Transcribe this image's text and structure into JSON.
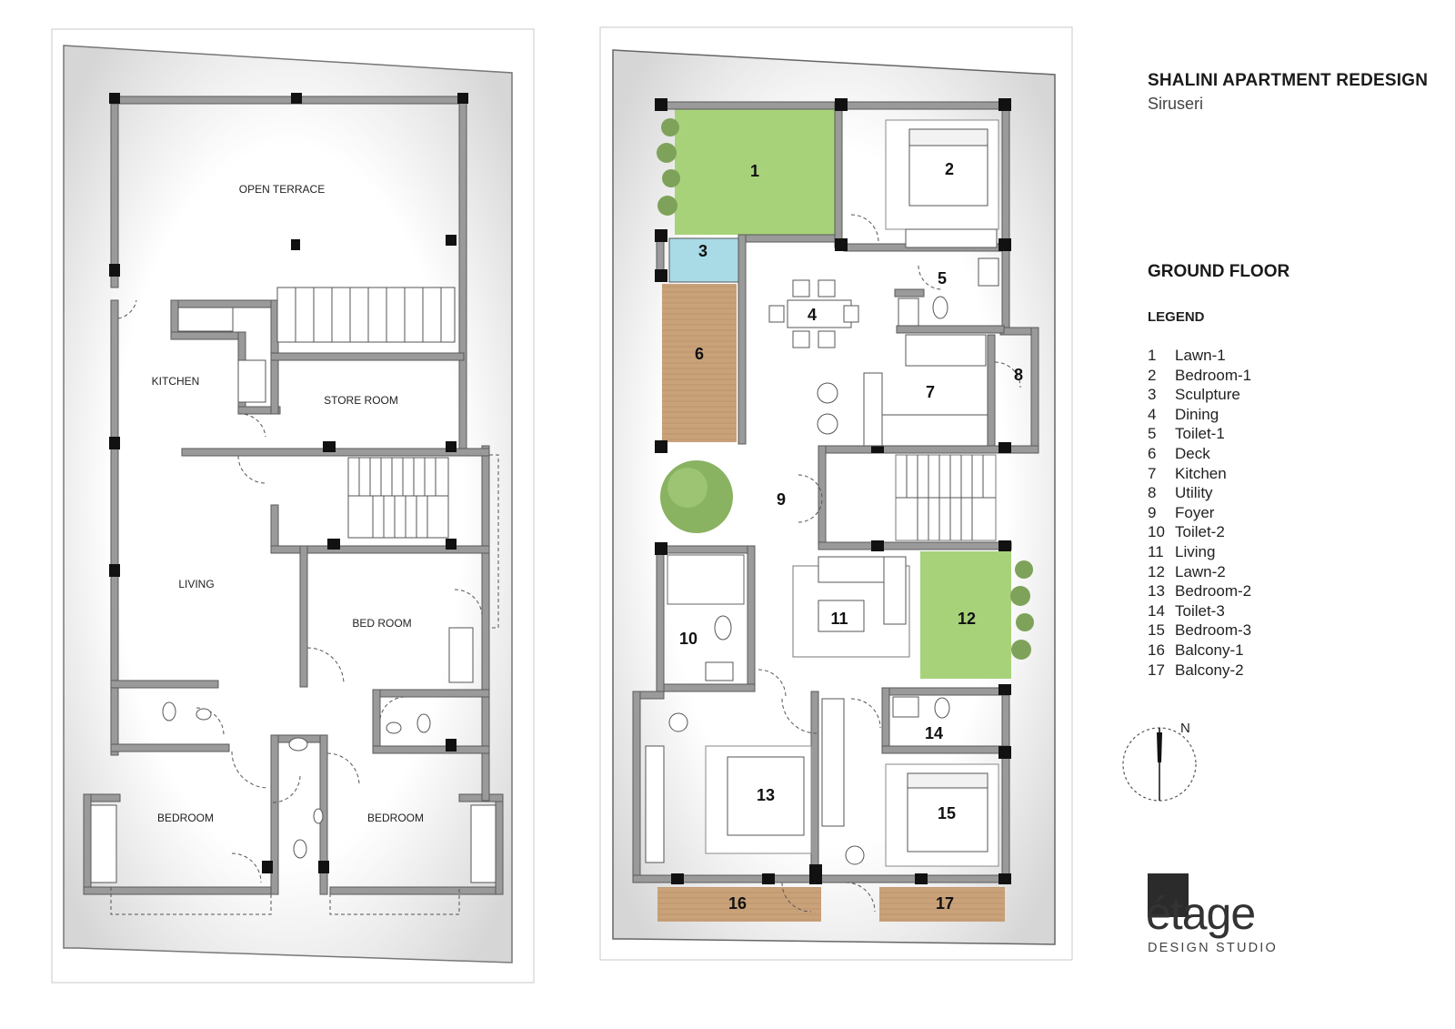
{
  "title": "SHALINI APARTMENT REDESIGN",
  "subtitle": "Siruseri",
  "floor_title": "GROUND FLOOR",
  "legend_heading": "LEGEND",
  "legend": [
    {
      "num": "1",
      "name": "Lawn-1"
    },
    {
      "num": "2",
      "name": "Bedroom-1"
    },
    {
      "num": "3",
      "name": "Sculpture"
    },
    {
      "num": "4",
      "name": "Dining"
    },
    {
      "num": "5",
      "name": "Toilet-1"
    },
    {
      "num": "6",
      "name": "Deck"
    },
    {
      "num": "7",
      "name": "Kitchen"
    },
    {
      "num": "8",
      "name": "Utility"
    },
    {
      "num": "9",
      "name": "Foyer"
    },
    {
      "num": "10",
      "name": "Toilet-2"
    },
    {
      "num": "11",
      "name": "Living"
    },
    {
      "num": "12",
      "name": "Lawn-2"
    },
    {
      "num": "13",
      "name": "Bedroom-2"
    },
    {
      "num": "14",
      "name": "Toilet-3"
    },
    {
      "num": "15",
      "name": "Bedroom-3"
    },
    {
      "num": "16",
      "name": "Balcony-1"
    },
    {
      "num": "17",
      "name": "Balcony-2"
    }
  ],
  "existing_plan_labels": {
    "open_terrace": "OPEN TERRACE",
    "kitchen": "KITCHEN",
    "store_room": "STORE ROOM",
    "living": "LIVING",
    "bed_room": "BED ROOM",
    "bedroom_left": "BEDROOM",
    "bedroom_right": "BEDROOM"
  },
  "north_label": "N",
  "brand": {
    "name": "étage",
    "tagline": "DESIGN STUDIO"
  },
  "colors": {
    "lawn": "#a8d27a",
    "deck": "#c9a27a",
    "sculpture": "#a9dbe6",
    "wall": "#9a9a9a",
    "column": "#111111"
  }
}
